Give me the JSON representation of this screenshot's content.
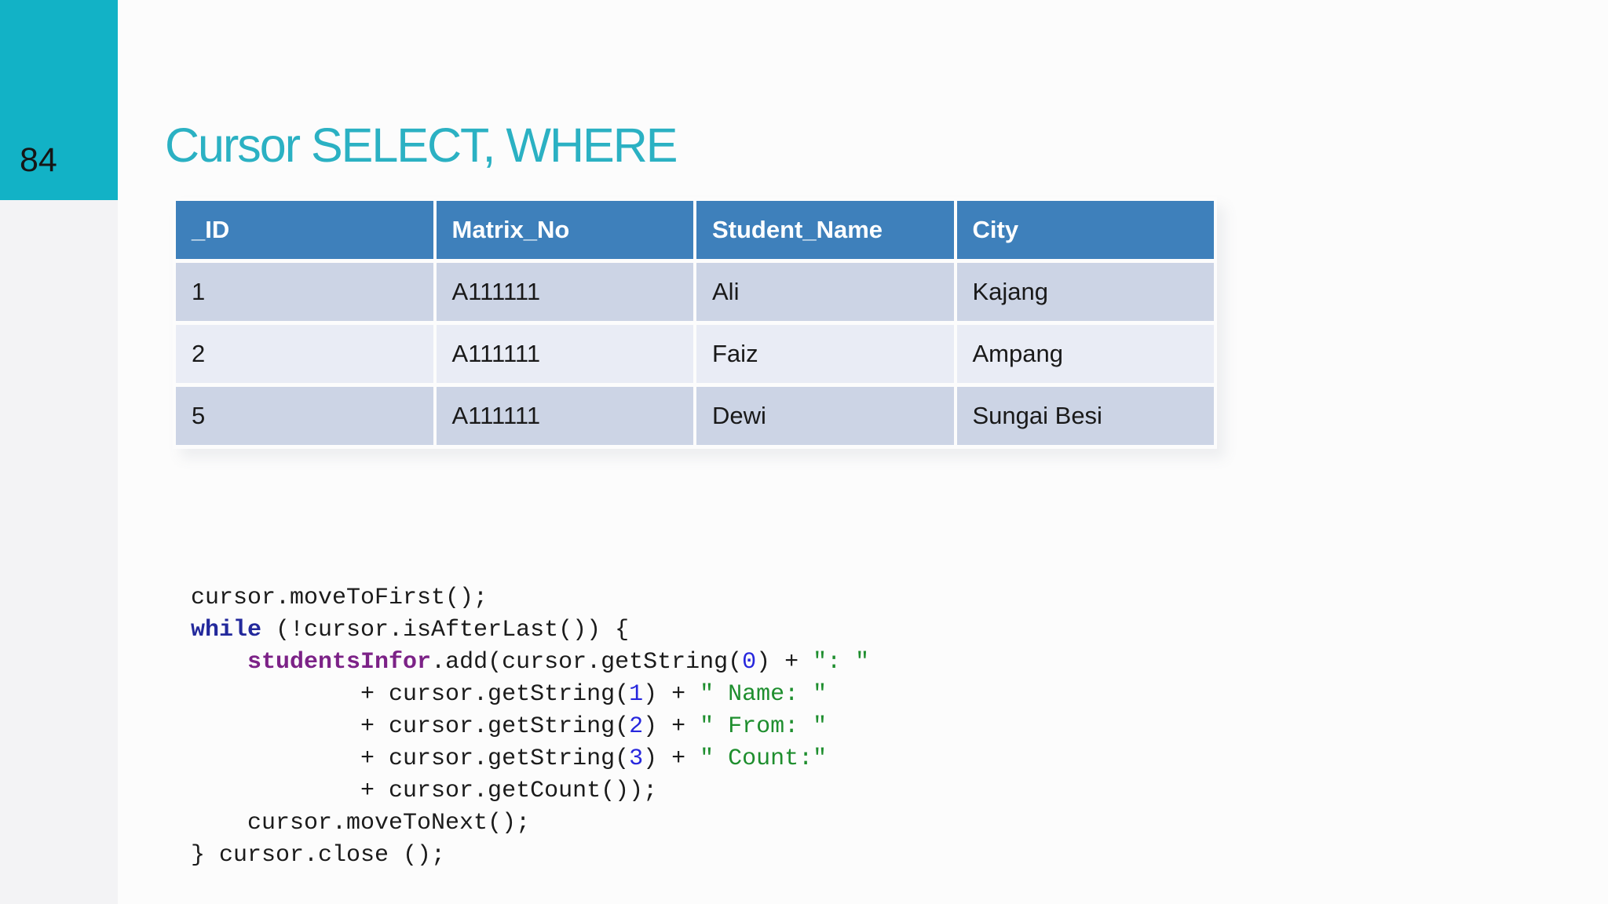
{
  "slide": {
    "page_number": "84",
    "title": "Cursor SELECT, WHERE"
  },
  "table": {
    "headers": [
      "_ID",
      "Matrix_No",
      "Student_Name",
      "City"
    ],
    "rows": [
      [
        "1",
        "A111111",
        "Ali",
        "Kajang"
      ],
      [
        "2",
        "A111111",
        "Faiz",
        "Ampang"
      ],
      [
        "5",
        "A111111",
        "Dewi",
        "Sungai Besi"
      ]
    ]
  },
  "code": {
    "lines": [
      [
        {
          "t": "cursor.moveToFirst();",
          "c": "d"
        }
      ],
      [
        {
          "t": "while",
          "c": "k"
        },
        {
          "t": " (!cursor.isAfterLast()) {",
          "c": "d"
        }
      ],
      [
        {
          "t": "    ",
          "c": "d"
        },
        {
          "t": "studentsInfor",
          "c": "i"
        },
        {
          "t": ".add(cursor.getString(",
          "c": "d"
        },
        {
          "t": "0",
          "c": "n"
        },
        {
          "t": ") + ",
          "c": "d"
        },
        {
          "t": "″: ″",
          "c": "s"
        }
      ],
      [
        {
          "t": "            + cursor.getString(",
          "c": "d"
        },
        {
          "t": "1",
          "c": "n"
        },
        {
          "t": ") + ",
          "c": "d"
        },
        {
          "t": "″ Name: ″",
          "c": "s"
        }
      ],
      [
        {
          "t": "            + cursor.getString(",
          "c": "d"
        },
        {
          "t": "2",
          "c": "n"
        },
        {
          "t": ") + ",
          "c": "d"
        },
        {
          "t": "″ From: ″",
          "c": "s"
        }
      ],
      [
        {
          "t": "            + cursor.getString(",
          "c": "d"
        },
        {
          "t": "3",
          "c": "n"
        },
        {
          "t": ") + ",
          "c": "d"
        },
        {
          "t": "″ Count:″",
          "c": "s"
        }
      ],
      [
        {
          "t": "            + cursor.getCount());",
          "c": "d"
        }
      ],
      [
        {
          "t": "    cursor.moveToNext();",
          "c": "d"
        }
      ],
      [
        {
          "t": "} cursor.close ();",
          "c": "d"
        }
      ]
    ]
  },
  "colors": {
    "bg_main": "#fcfcfc",
    "strip_gray": "#f3f3f5",
    "accent_teal": "#12b2c6",
    "title_teal": "#2bb1c3",
    "table_header_bg": "#3e80bb",
    "row_odd_bg": "#ccd4e5",
    "row_even_bg": "#e9ecf5",
    "code_default": "#1b1b1b",
    "code_keyword": "#23299c",
    "code_identifier": "#7c2287",
    "code_number": "#2727dd",
    "code_string": "#1e8e2e"
  }
}
